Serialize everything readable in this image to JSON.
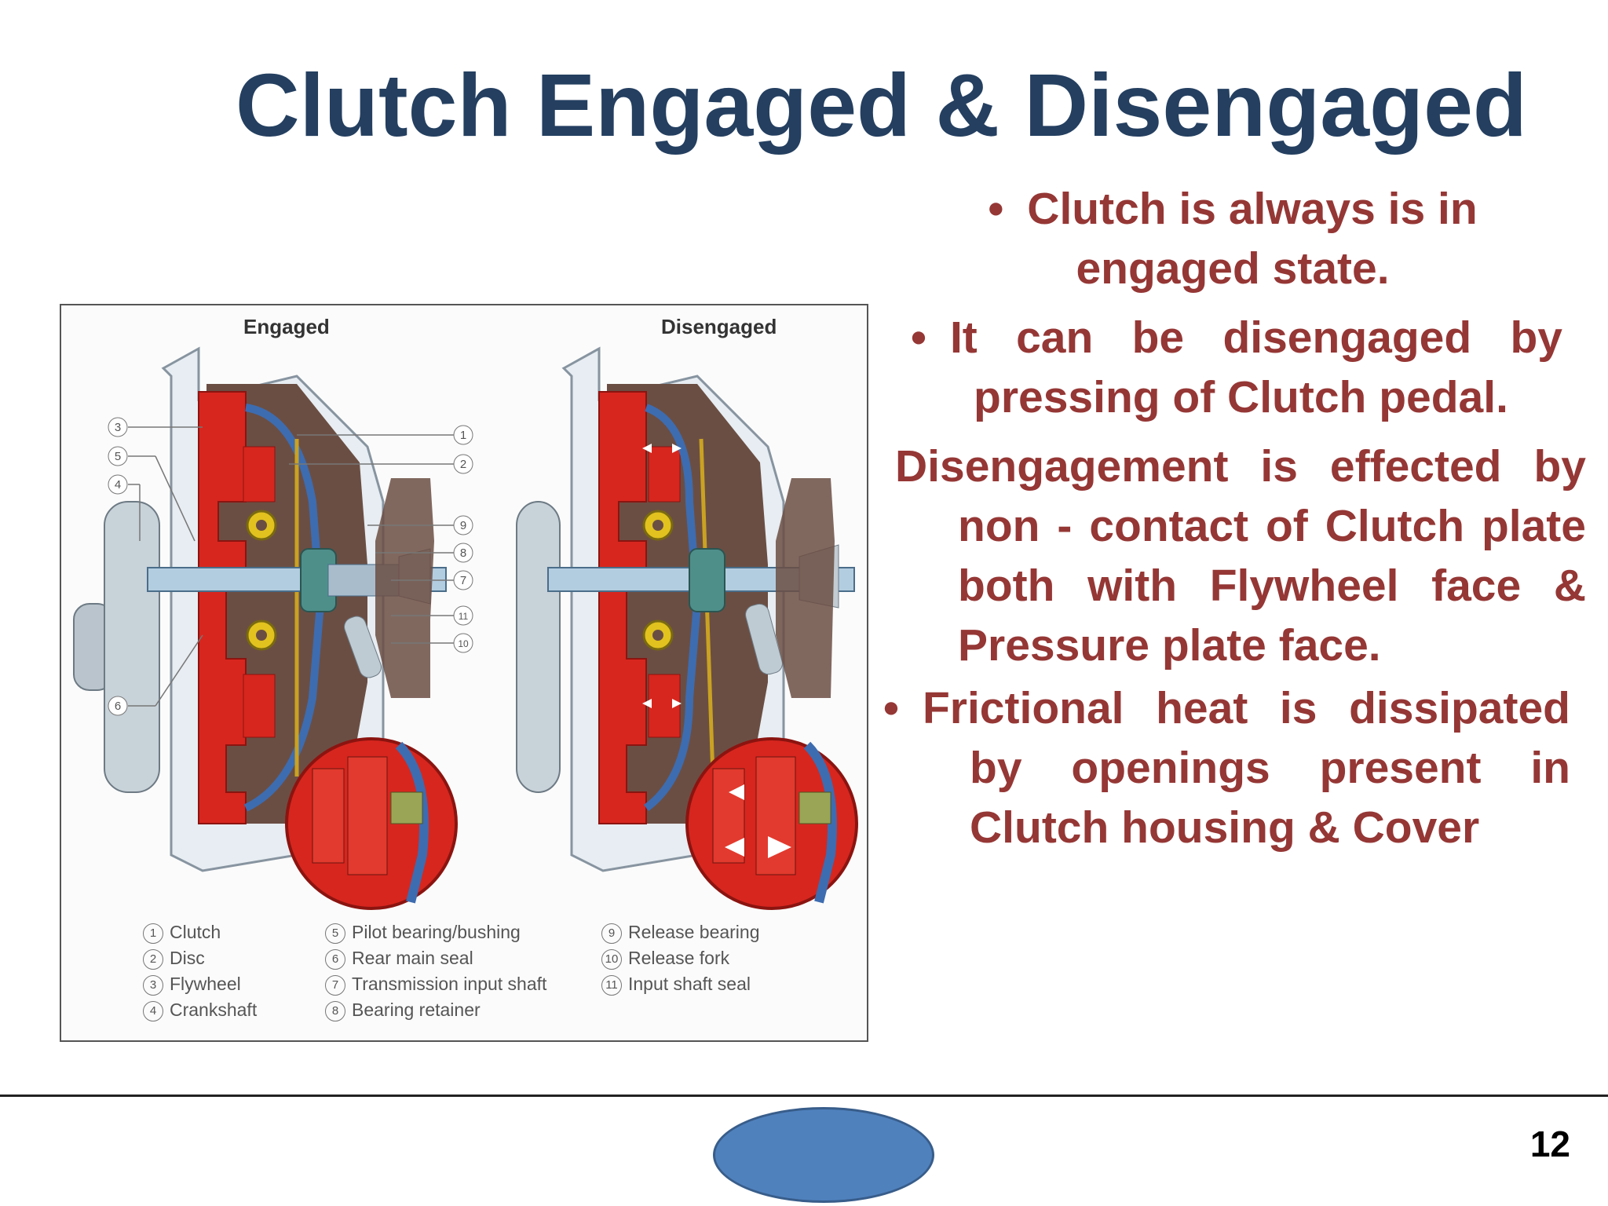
{
  "slide": {
    "title": "Clutch Engaged & Disengaged",
    "page_number": "12"
  },
  "bullets": [
    {
      "bullet": "•",
      "text": "Clutch is always is in engaged state."
    },
    {
      "bullet": "•",
      "text": "It can be disengaged by pressing of Clutch pedal."
    },
    {
      "bullet": "",
      "text": "Disengagement is effected by non - contact of Clutch plate both with Flywheel face & Pressure plate face."
    },
    {
      "bullet": "•",
      "text": "Frictional heat is dissipated by openings present in Clutch housing & Cover"
    }
  ],
  "figure": {
    "heading_left": "Engaged",
    "heading_right": "Disengaged",
    "legend": [
      {
        "num": "1",
        "label": "Clutch"
      },
      {
        "num": "2",
        "label": "Disc"
      },
      {
        "num": "3",
        "label": "Flywheel"
      },
      {
        "num": "4",
        "label": "Crankshaft"
      },
      {
        "num": "5",
        "label": "Pilot bearing/bushing"
      },
      {
        "num": "6",
        "label": "Rear main seal"
      },
      {
        "num": "7",
        "label": "Transmission input shaft"
      },
      {
        "num": "8",
        "label": "Bearing retainer"
      },
      {
        "num": "9",
        "label": "Release bearing"
      },
      {
        "num": "10",
        "label": "Release fork"
      },
      {
        "num": "11",
        "label": "Input shaft seal"
      }
    ],
    "callouts_left": [
      "3",
      "5",
      "4",
      "6"
    ],
    "callouts_right": [
      "1",
      "2",
      "9",
      "8",
      "7",
      "11",
      "10"
    ]
  },
  "colors": {
    "title": "#243f60",
    "body": "#953735",
    "clutch_red": "#d7261e",
    "oval_fill": "#4f81bd"
  }
}
